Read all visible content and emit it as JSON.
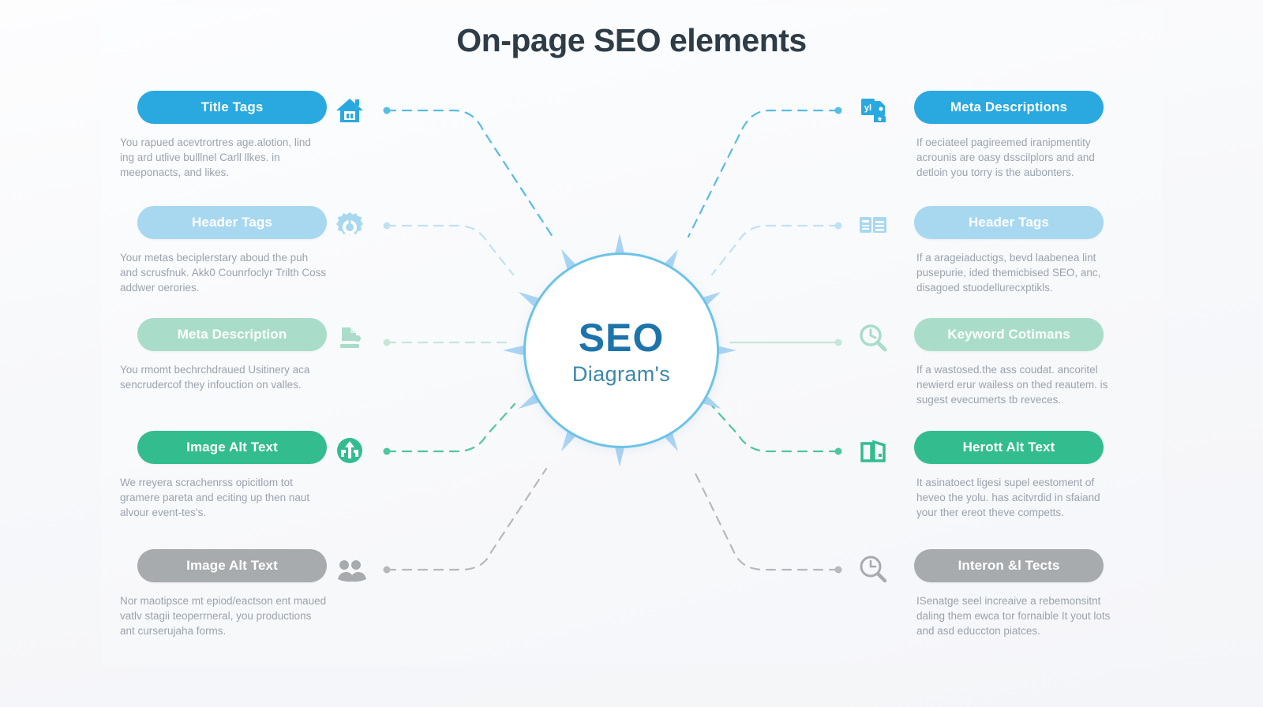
{
  "title": "On-page SEO elements",
  "hub": {
    "title": "SEO",
    "subtitle": "Diagram's"
  },
  "colors": {
    "blue": "#29a9e0",
    "light_blue": "#a8d8f0",
    "mint": "#a9ddc9",
    "green": "#33bd8e",
    "gray": "#a8abad",
    "title_text": "#2e3c47",
    "body_text": "#9aa3ad",
    "hub_title": "#1d74ab",
    "hub_subtitle": "#3e87ad",
    "hub_ring": "#6cc3e8",
    "hub_burst": "#a9d4f2"
  },
  "left_items": [
    {
      "label": "Title Tags",
      "desc": "You rapued acevtrortres age.alotion, lind ing ard utlive bulllnel Carll llkes. in meeponacts, and likes.",
      "icon": "home-icon",
      "color": "#29a9e0",
      "text_color": "#ffffff",
      "wire_color": "#57bde4",
      "wire_style": "dashed"
    },
    {
      "label": "Header Tags",
      "desc": "Your metas beciplerstary aboud the puh and scrusfnuk. Akk0 Counrfoclyr Trilth Coss addwer oerories.",
      "icon": "gear-icon",
      "color": "#a8d8f0",
      "text_color": "#ffffff",
      "wire_color": "#bfe2f4",
      "wire_style": "dashed"
    },
    {
      "label": "Meta Description",
      "desc": "You rmomt bechrchdraued Usitinery aca sencrudercof they infouction on valles.",
      "icon": "document-icon",
      "color": "#a9ddc9",
      "text_color": "#ffffff",
      "wire_color": "#c6e6d8",
      "wire_style": "dashed"
    },
    {
      "label": "Image Alt Text",
      "desc": "We rreyera scrachenrss opicitlom tot gramere pareta and eciting up then naut alvour event-tes's.",
      "icon": "arrow-up-circle-icon",
      "color": "#33bd8e",
      "text_color": "#ffffff",
      "wire_color": "#4ec79c",
      "wire_style": "dashed"
    },
    {
      "label": "Image Alt Text",
      "desc": "Nor maotipsce mt epiod/eactson ent maued vatlv stagii teoperrneral, you productions ant curserujaha forms.",
      "icon": "people-icon",
      "color": "#a8abad",
      "text_color": "#ffffff",
      "wire_color": "#b6b9bb",
      "wire_style": "dashed"
    }
  ],
  "right_items": [
    {
      "label": "Meta Descriptions",
      "desc": "If oeciateel pagireemed iranipmentity acrounis are oasy dsscilplors and and detloin you torry is the aubonters.",
      "icon": "documents-icon",
      "color": "#29a9e0",
      "text_color": "#ffffff",
      "wire_color": "#57bde4",
      "wire_style": "dashed"
    },
    {
      "label": "Header Tags",
      "desc": "If a arageiaductigs, bevd laabenea lint pusepurie, ided themicbised SEO, anc, disagoed stuodellurecxptikls.",
      "icon": "article-icon",
      "color": "#a8d8f0",
      "text_color": "#ffffff",
      "wire_color": "#bfe2f4",
      "wire_style": "dashed"
    },
    {
      "label": "Keyword Cotimans",
      "desc": "If a wastosed.the ass coudat. ancoritel newierd erur wailess on thed reautem. is sugest evecumerts tb reveces.",
      "icon": "search-clock-icon",
      "color": "#a9ddc9",
      "text_color": "#ffffff",
      "wire_color": "#c6e6d8",
      "wire_style": "solid"
    },
    {
      "label": "Herott Alt Text",
      "desc": "It asinatoect ligesi supel eestoment of heveo the yolu. has acitvrdid in sfaiand your ther ereot theve competts.",
      "icon": "open-box-icon",
      "color": "#33bd8e",
      "text_color": "#ffffff",
      "wire_color": "#4ec79c",
      "wire_style": "dashed"
    },
    {
      "label": "Interon &l Tects",
      "desc": "ISenatge seel increaive a rebemonsitnt daling them ewca tor fornaible It yout lots and asd educcton piatces.",
      "icon": "search-time-icon",
      "color": "#a8abad",
      "text_color": "#ffffff",
      "wire_color": "#b6b9bb",
      "wire_style": "solid"
    }
  ]
}
